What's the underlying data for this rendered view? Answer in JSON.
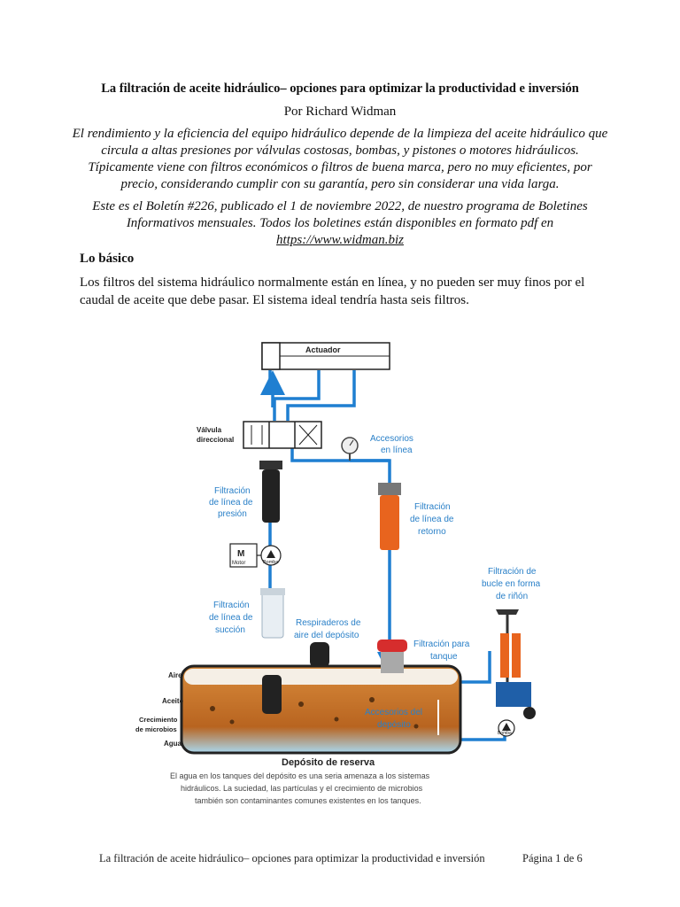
{
  "document": {
    "title": "La filtración de aceite hidráulico– opciones para optimizar la productividad e inversión",
    "author": "Por Richard Widman",
    "abstract": "El rendimiento y la eficiencia del equipo hidráulico depende de la limpieza del aceite hidráulico que circula a altas presiones por válvulas costosas, bombas, y pistones o motores hidráulicos. Típicamente viene con filtros económicos o filtros de buena marca, pero no muy eficientes, por precio, considerando cumplir con su garantía, pero sin considerar una vida larga.",
    "bulletin_text": "Este es el Boletín #226, publicado el 1 de noviembre 2022, de nuestro programa de Boletines Informativos mensuales. Todos los boletines están disponibles en formato pdf en",
    "bulletin_link": "https://www.widman.biz",
    "section_heading": "Lo básico",
    "paragraph": "Los filtros del sistema hidráulico normalmente están en línea, y no pueden ser muy finos por el caudal de aceite que debe pasar. El sistema ideal tendría hasta seis filtros."
  },
  "diagram": {
    "actuator": "Actuador",
    "valve": [
      "Válvula",
      "direccional"
    ],
    "inline_accessories": [
      "Accesorios",
      "en línea"
    ],
    "pressure_filter": [
      "Filtración",
      "de línea de",
      "presión"
    ],
    "return_filter": [
      "Filtración",
      "de línea de",
      "retorno"
    ],
    "motor_letter": "M",
    "motor_label": "Motor",
    "pump_label": "Bomba",
    "kidney_filter": [
      "Filtración de",
      "bucle en forma",
      "de riñón"
    ],
    "suction_filter": [
      "Filtración",
      "de línea de",
      "succión"
    ],
    "breathers": [
      "Respiraderos de",
      "aire del depósito"
    ],
    "tank_filter": [
      "Filtración para",
      "tanque"
    ],
    "layer_labels": [
      "Aire",
      "Aceite",
      "Crecimiento",
      "de microbios",
      "Agua"
    ],
    "tank_accessories": [
      "Accesorios del",
      "depósito"
    ],
    "kidney_pump_label": "Bomba",
    "reservoir_title": "Depósito de reserva",
    "reservoir_caption": [
      "El agua en los tanques del depósito es una seria amenaza a los sistemas",
      "hidráulicos. La suciedad, las partículas y el crecimiento de microbios",
      "también son contaminantes comunes existentes en los tanques."
    ],
    "colors": {
      "pipe": "#1f7fd1",
      "label": "#2a80c8",
      "oil": "#c9772a",
      "filter_orange": "#e8641e"
    }
  },
  "footer": {
    "title": "La filtración de aceite hidráulico– opciones para optimizar la productividad e inversión",
    "page": "Página 1 de 6"
  }
}
